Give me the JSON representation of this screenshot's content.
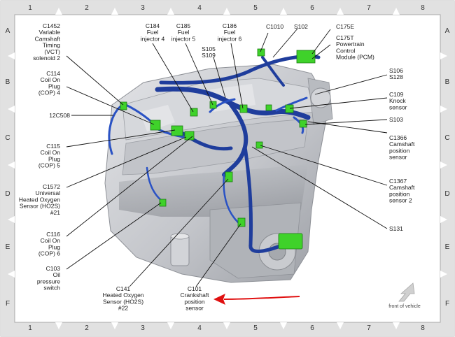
{
  "colors": {
    "frame": "#d9d9d9",
    "harness": "#1f3d9c",
    "harness_light": "#3a66d6",
    "connector": "#3fd22a",
    "engine": "#c9cbcf",
    "leader": "#111111",
    "arrow": "#e01010",
    "label": "#1a1a1a"
  },
  "grid": {
    "columns": [
      "1",
      "2",
      "3",
      "4",
      "5",
      "6",
      "7",
      "8"
    ],
    "rows": [
      "A",
      "B",
      "C",
      "D",
      "E",
      "F"
    ]
  },
  "callouts": [
    {
      "id": "c1452",
      "lines": [
        "C1452",
        "Variable",
        "Camshaft",
        "Timing",
        "(VCT)",
        "solenoid 2"
      ]
    },
    {
      "id": "c184",
      "lines": [
        "C184",
        "Fuel",
        "injector 4"
      ]
    },
    {
      "id": "c185",
      "lines": [
        "C185",
        "Fuel",
        "injector 5"
      ]
    },
    {
      "id": "c186",
      "lines": [
        "C186",
        "Fuel",
        "injector 6"
      ]
    },
    {
      "id": "c1010",
      "lines": [
        "C1010"
      ]
    },
    {
      "id": "s102",
      "lines": [
        "S102"
      ]
    },
    {
      "id": "c175e",
      "lines": [
        "C175E"
      ]
    },
    {
      "id": "c175t",
      "lines": [
        "C175T",
        "Powertrain",
        "Control",
        "Module (PCM)"
      ]
    },
    {
      "id": "s105",
      "lines": [
        "S105",
        "S109"
      ]
    },
    {
      "id": "c114",
      "lines": [
        "C114",
        "Coil On",
        "Plug",
        "(COP) 4"
      ]
    },
    {
      "id": "s106",
      "lines": [
        "S106",
        "S128"
      ]
    },
    {
      "id": "c109",
      "lines": [
        "C109",
        "Knock",
        "sensor"
      ]
    },
    {
      "id": "c12508",
      "lines": [
        "12C508"
      ]
    },
    {
      "id": "s103",
      "lines": [
        "S103"
      ]
    },
    {
      "id": "c1366",
      "lines": [
        "C1366",
        "Camshaft",
        "position",
        "sensor"
      ]
    },
    {
      "id": "c115",
      "lines": [
        "C115",
        "Coil On",
        "Plug",
        "(COP) 5"
      ]
    },
    {
      "id": "c1367",
      "lines": [
        "C1367",
        "Camshaft",
        "position",
        "sensor 2"
      ]
    },
    {
      "id": "c1572",
      "lines": [
        "C1572",
        "Universal",
        "Heated Oxygen",
        "Sensor (HO2S)",
        "#21"
      ]
    },
    {
      "id": "s131",
      "lines": [
        "S131"
      ]
    },
    {
      "id": "c116",
      "lines": [
        "C116",
        "Coil On",
        "Plug",
        "(COP) 6"
      ]
    },
    {
      "id": "c103",
      "lines": [
        "C103",
        "Oil",
        "pressure",
        "switch"
      ]
    },
    {
      "id": "c141",
      "lines": [
        "C141",
        "Heated Oxygen",
        "Sensor (HO2S)",
        "#22"
      ]
    },
    {
      "id": "c101",
      "lines": [
        "C101",
        "Crankshaft",
        "position",
        "sensor"
      ]
    }
  ],
  "front_of_vehicle": {
    "label": "front of vehicle"
  }
}
